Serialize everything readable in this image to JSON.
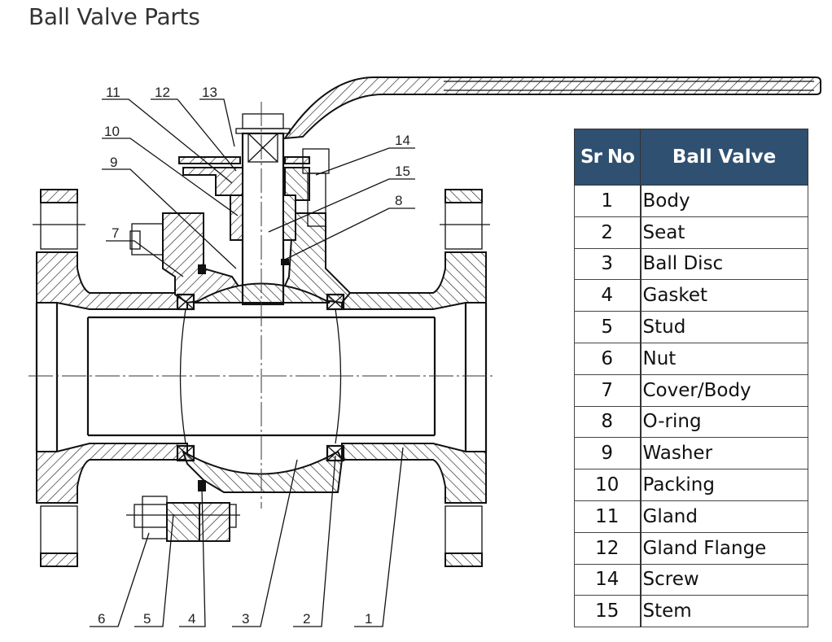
{
  "title": "Ball Valve Parts",
  "table": {
    "headers": [
      "Sr No",
      "Ball Valve"
    ],
    "header_bg": "#2f5070",
    "rows": [
      {
        "no": "1",
        "name": "Body"
      },
      {
        "no": "2",
        "name": "Seat"
      },
      {
        "no": "3",
        "name": "Ball Disc"
      },
      {
        "no": "4",
        "name": "Gasket"
      },
      {
        "no": "5",
        "name": "Stud"
      },
      {
        "no": "6",
        "name": "Nut"
      },
      {
        "no": "7",
        "name": "Cover/Body"
      },
      {
        "no": "8",
        "name": "O-ring"
      },
      {
        "no": "9",
        "name": "Washer"
      },
      {
        "no": "10",
        "name": "Packing"
      },
      {
        "no": "11",
        "name": "Gland"
      },
      {
        "no": "12",
        "name": "Gland Flange"
      },
      {
        "no": "14",
        "name": "Screw"
      },
      {
        "no": "15",
        "name": "Stem"
      }
    ]
  },
  "callouts": {
    "c1": "1",
    "c2": "2",
    "c3": "3",
    "c4": "4",
    "c5": "5",
    "c6": "6",
    "c7": "7",
    "c8": "8",
    "c9": "9",
    "c10": "10",
    "c11": "11",
    "c12": "12",
    "c13": "13",
    "c14": "14",
    "c15": "15"
  }
}
